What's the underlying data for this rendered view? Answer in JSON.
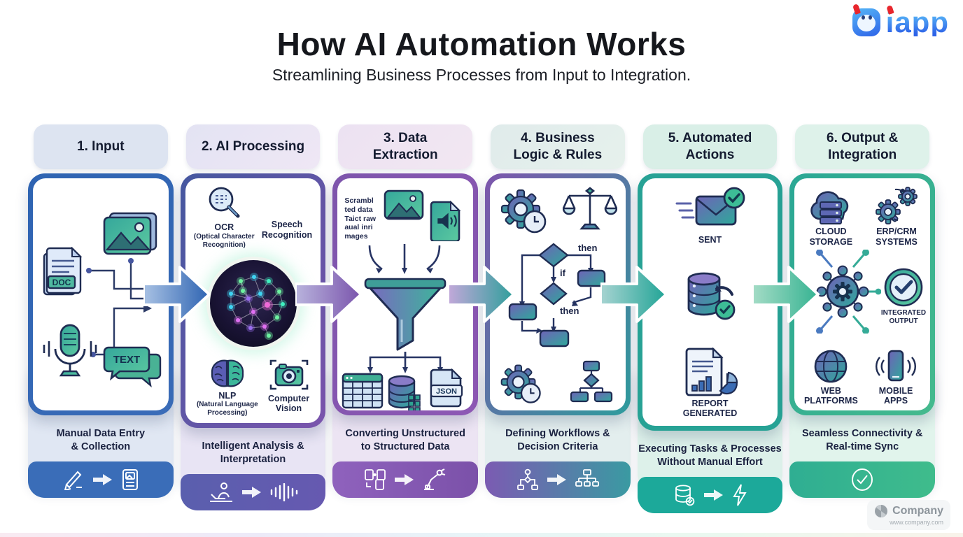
{
  "title": "How AI Automation Works",
  "subtitle": "Streamlining Business Processes from Input to Integration.",
  "brand": {
    "word": "iapp"
  },
  "company": {
    "name": "Company",
    "url": "www.company.com"
  },
  "colors": {
    "column_accents": [
      "#2e64b2",
      "#6a58ae",
      "#8456b0",
      "#7d55ac-#2f9c9d",
      "#24a396",
      "#3fba8d"
    ],
    "arrow_colors": [
      "#2e64b2",
      "#7a54ac",
      "#2f9f9b",
      "#21a496",
      "#35b392"
    ],
    "brain_node_colors": [
      "#3fd4f2",
      "#6df2a0",
      "#e070f2",
      "#3ff0c0",
      "#9a6cf0"
    ]
  },
  "columns": [
    {
      "header_lines": [
        "1. Input"
      ],
      "desc_lines": [
        "Manual Data Entry",
        "& Collection"
      ],
      "card": {
        "doc_badge": "DOC",
        "text_badge": "TEXT"
      },
      "icon_names": [
        "document-icon",
        "images-icon",
        "microphone-icon",
        "text-bubble-icon"
      ],
      "footer_icon_names": [
        "handwriting-icon",
        "arrow-icon",
        "document-image-icon"
      ]
    },
    {
      "header_lines": [
        "2. AI Processing"
      ],
      "desc_lines": [
        "Intelligent Analysis &",
        "Interpretation"
      ],
      "card": {
        "ocr_lines": [
          "OCR",
          "(Optical Character",
          "Recognition)"
        ],
        "speech_lines": [
          "Speech",
          "Recognition"
        ],
        "nlp_lines": [
          "NLP",
          "(Natural Language",
          "Processing)"
        ],
        "vision_lines": [
          "Computer",
          "Vision"
        ]
      },
      "icon_names": [
        "ocr-magnifier-icon",
        "speech-waveform-icon",
        "neural-brain-image",
        "nlp-brain-icon",
        "camera-icon"
      ],
      "footer_icon_names": [
        "person-laptop-icon",
        "arrow-icon",
        "waveform-icon"
      ]
    },
    {
      "header_lines": [
        "3. Data",
        "Extraction"
      ],
      "desc_lines": [
        "Converting Unstructured",
        "to Structured Data"
      ],
      "card": {
        "caption_lines": [
          "Scrambl",
          "ted data",
          "Taict raw",
          "aual inri",
          "mages"
        ],
        "json_badge": "JSON"
      },
      "icon_names": [
        "image-icon",
        "audio-file-icon",
        "funnel-icon",
        "table-icon",
        "database-icon",
        "json-file-icon"
      ],
      "footer_icon_names": [
        "documents-transfer-icon",
        "arrow-icon",
        "robot-arm-icon"
      ]
    },
    {
      "header_lines": [
        "4. Business",
        "Logic & Rules"
      ],
      "desc_lines": [
        "Defining Workflows &",
        "Decision Criteria"
      ],
      "card": {
        "then1": "then",
        "if": "if",
        "then2": "then"
      },
      "icon_names": [
        "gear-clock-icon",
        "scales-icon",
        "decision-flowchart",
        "gear-clock-icon",
        "mini-flowchart-icon"
      ],
      "footer_icon_names": [
        "decision-tree-icon",
        "arrow-icon",
        "org-chart-icon"
      ]
    },
    {
      "header_lines": [
        "5. Automated",
        "Actions"
      ],
      "desc_lines": [
        "Executing Tasks & Processes",
        "Without Manual Effort"
      ],
      "card": {
        "sent": "SENT",
        "report_lines": [
          "REPORT",
          "GENERATED"
        ]
      },
      "icon_names": [
        "email-sent-icon",
        "database-sync-icon",
        "report-icon"
      ],
      "footer_icon_names": [
        "database-check-icon",
        "arrow-icon",
        "lightning-icon"
      ]
    },
    {
      "header_lines": [
        "6. Output &",
        "Integration"
      ],
      "desc_lines": [
        "Seamless Connectivity &",
        "Real-time Sync"
      ],
      "card": {
        "cloud_lines": [
          "CLOUD",
          "STORAGE"
        ],
        "erp_lines": [
          "ERP/CRM",
          "SYSTEMS"
        ],
        "integrated_lines": [
          "INTEGRATED",
          "OUTPUT"
        ],
        "web_lines": [
          "WEB",
          "PLATFORMS"
        ],
        "mobile_lines": [
          "MOBILE",
          "APPS"
        ]
      },
      "icon_names": [
        "cloud-storage-icon",
        "erp-gears-icon",
        "hub-network-icon",
        "check-circle-icon",
        "globe-icon",
        "mobile-phone-icon"
      ],
      "footer_icon_names": [
        "check-circle-icon"
      ]
    }
  ]
}
